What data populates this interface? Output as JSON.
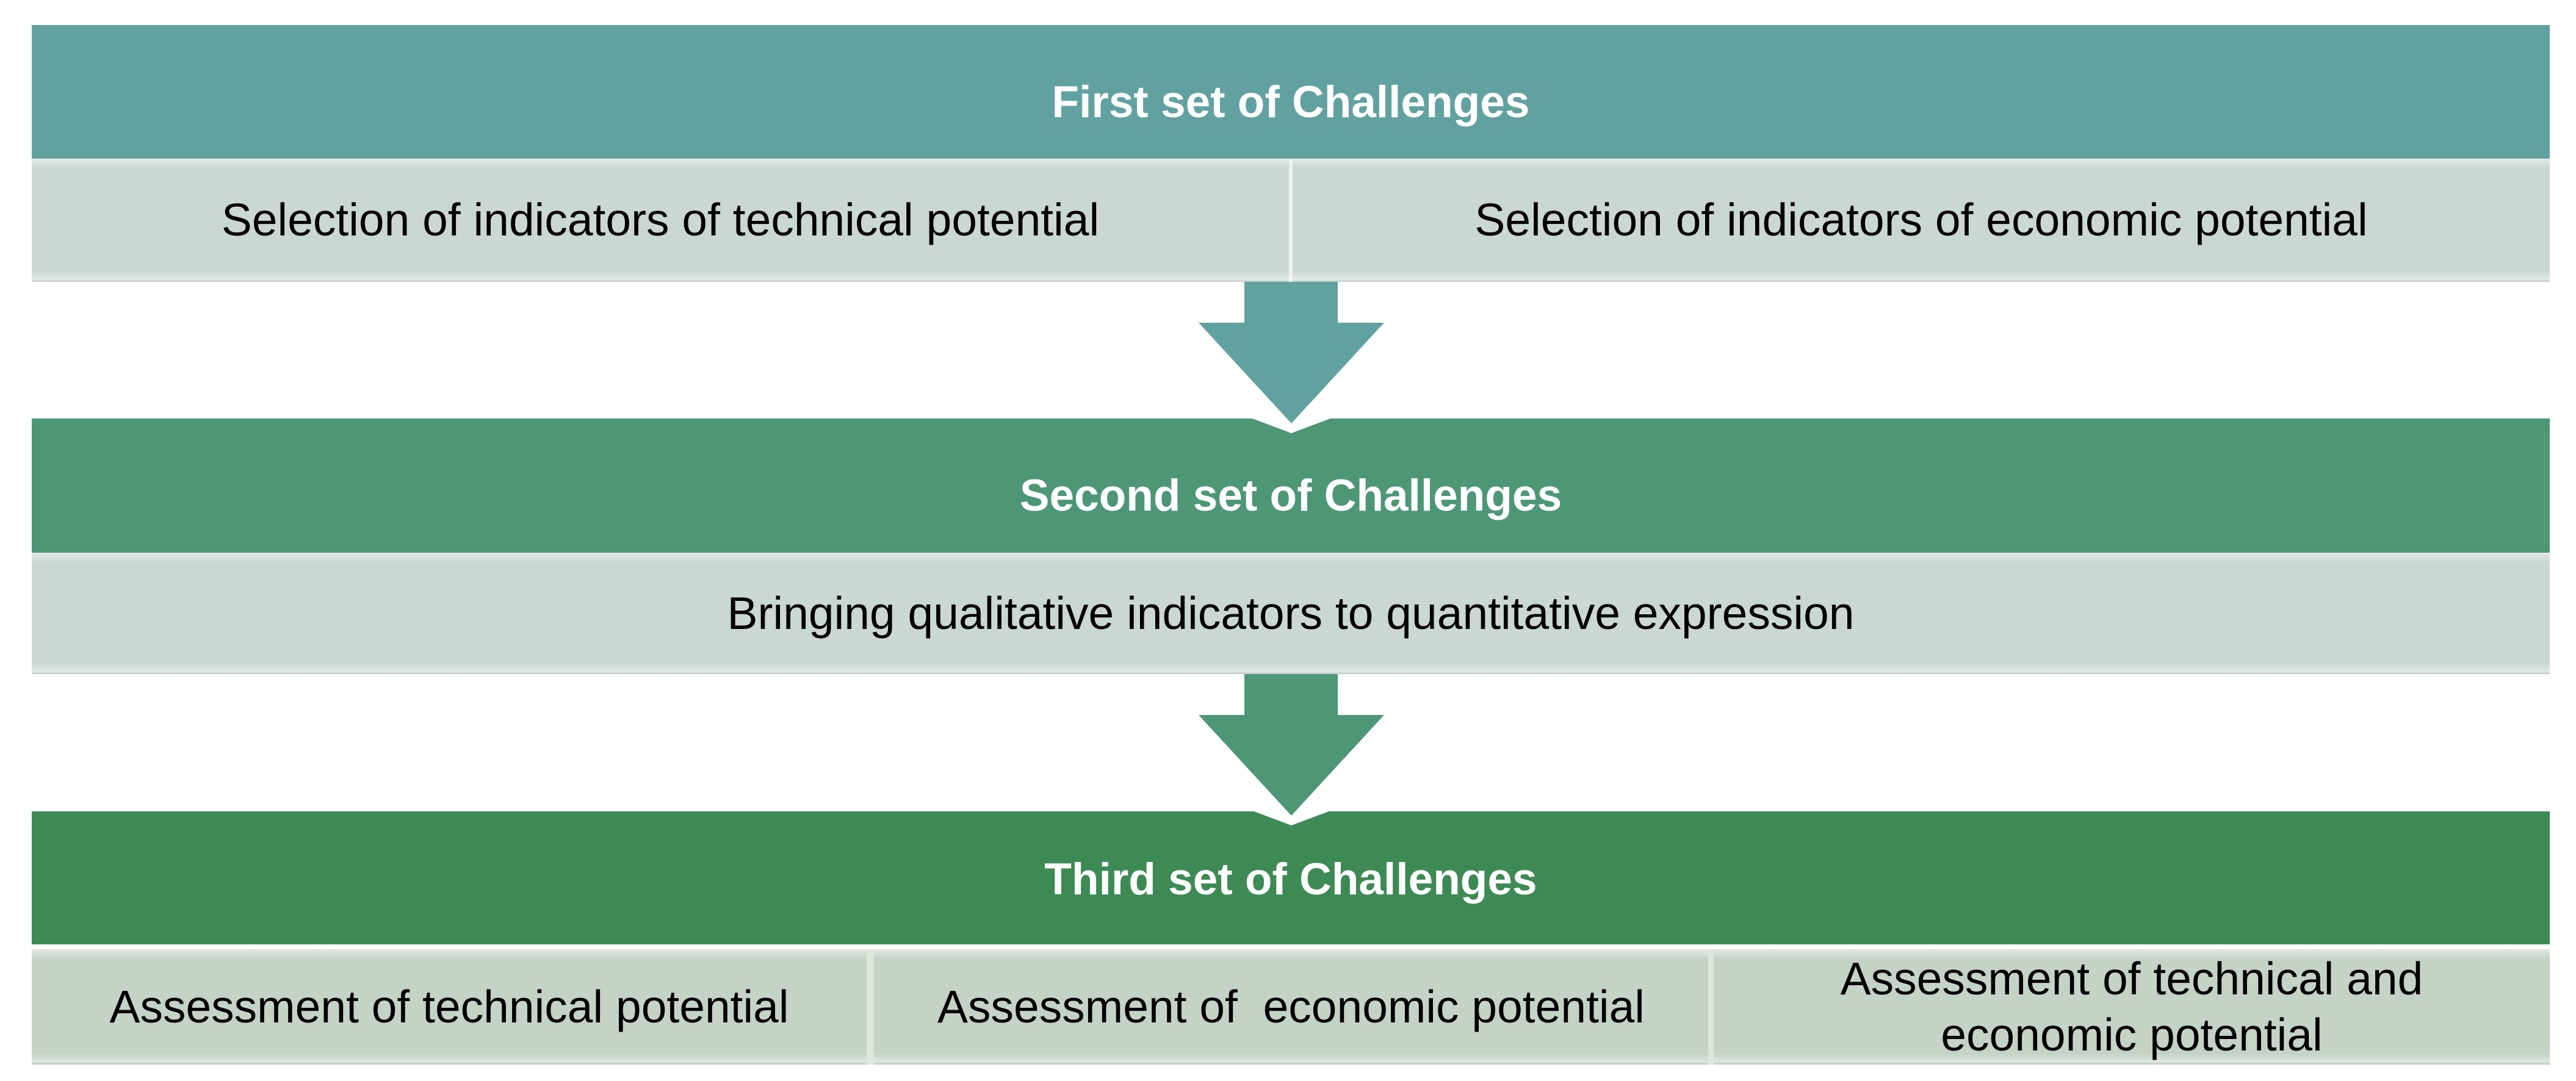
{
  "palette": {
    "page_bg": "#ffffff",
    "teal_header": "#61a2a0",
    "mid_green_header": "#4d9777",
    "dark_green_header": "#3d8a55",
    "body_cell_light": "#cad7d2",
    "body_cell_light_green": "#c5d3c7",
    "header_text": "#ffffff",
    "body_text": "#000000"
  },
  "sections": [
    {
      "header": "First set of Challenges",
      "cells": [
        "Selection of indicators of technical potential",
        "Selection of indicators of economic potential"
      ]
    },
    {
      "header": "Second set of Challenges",
      "cells": [
        "Bringing qualitative indicators to quantitative expression"
      ]
    },
    {
      "header": "Third set of Challenges",
      "cells": [
        "Assessment of technical potential",
        "Assessment of  economic potential",
        "Assessment of technical and\neconomic potential"
      ]
    }
  ],
  "arrows": [
    {
      "icon": "down-arrow-icon",
      "direction": "down",
      "color": "#61a2a0"
    },
    {
      "icon": "down-arrow-icon",
      "direction": "down",
      "color": "#4d9777"
    }
  ]
}
